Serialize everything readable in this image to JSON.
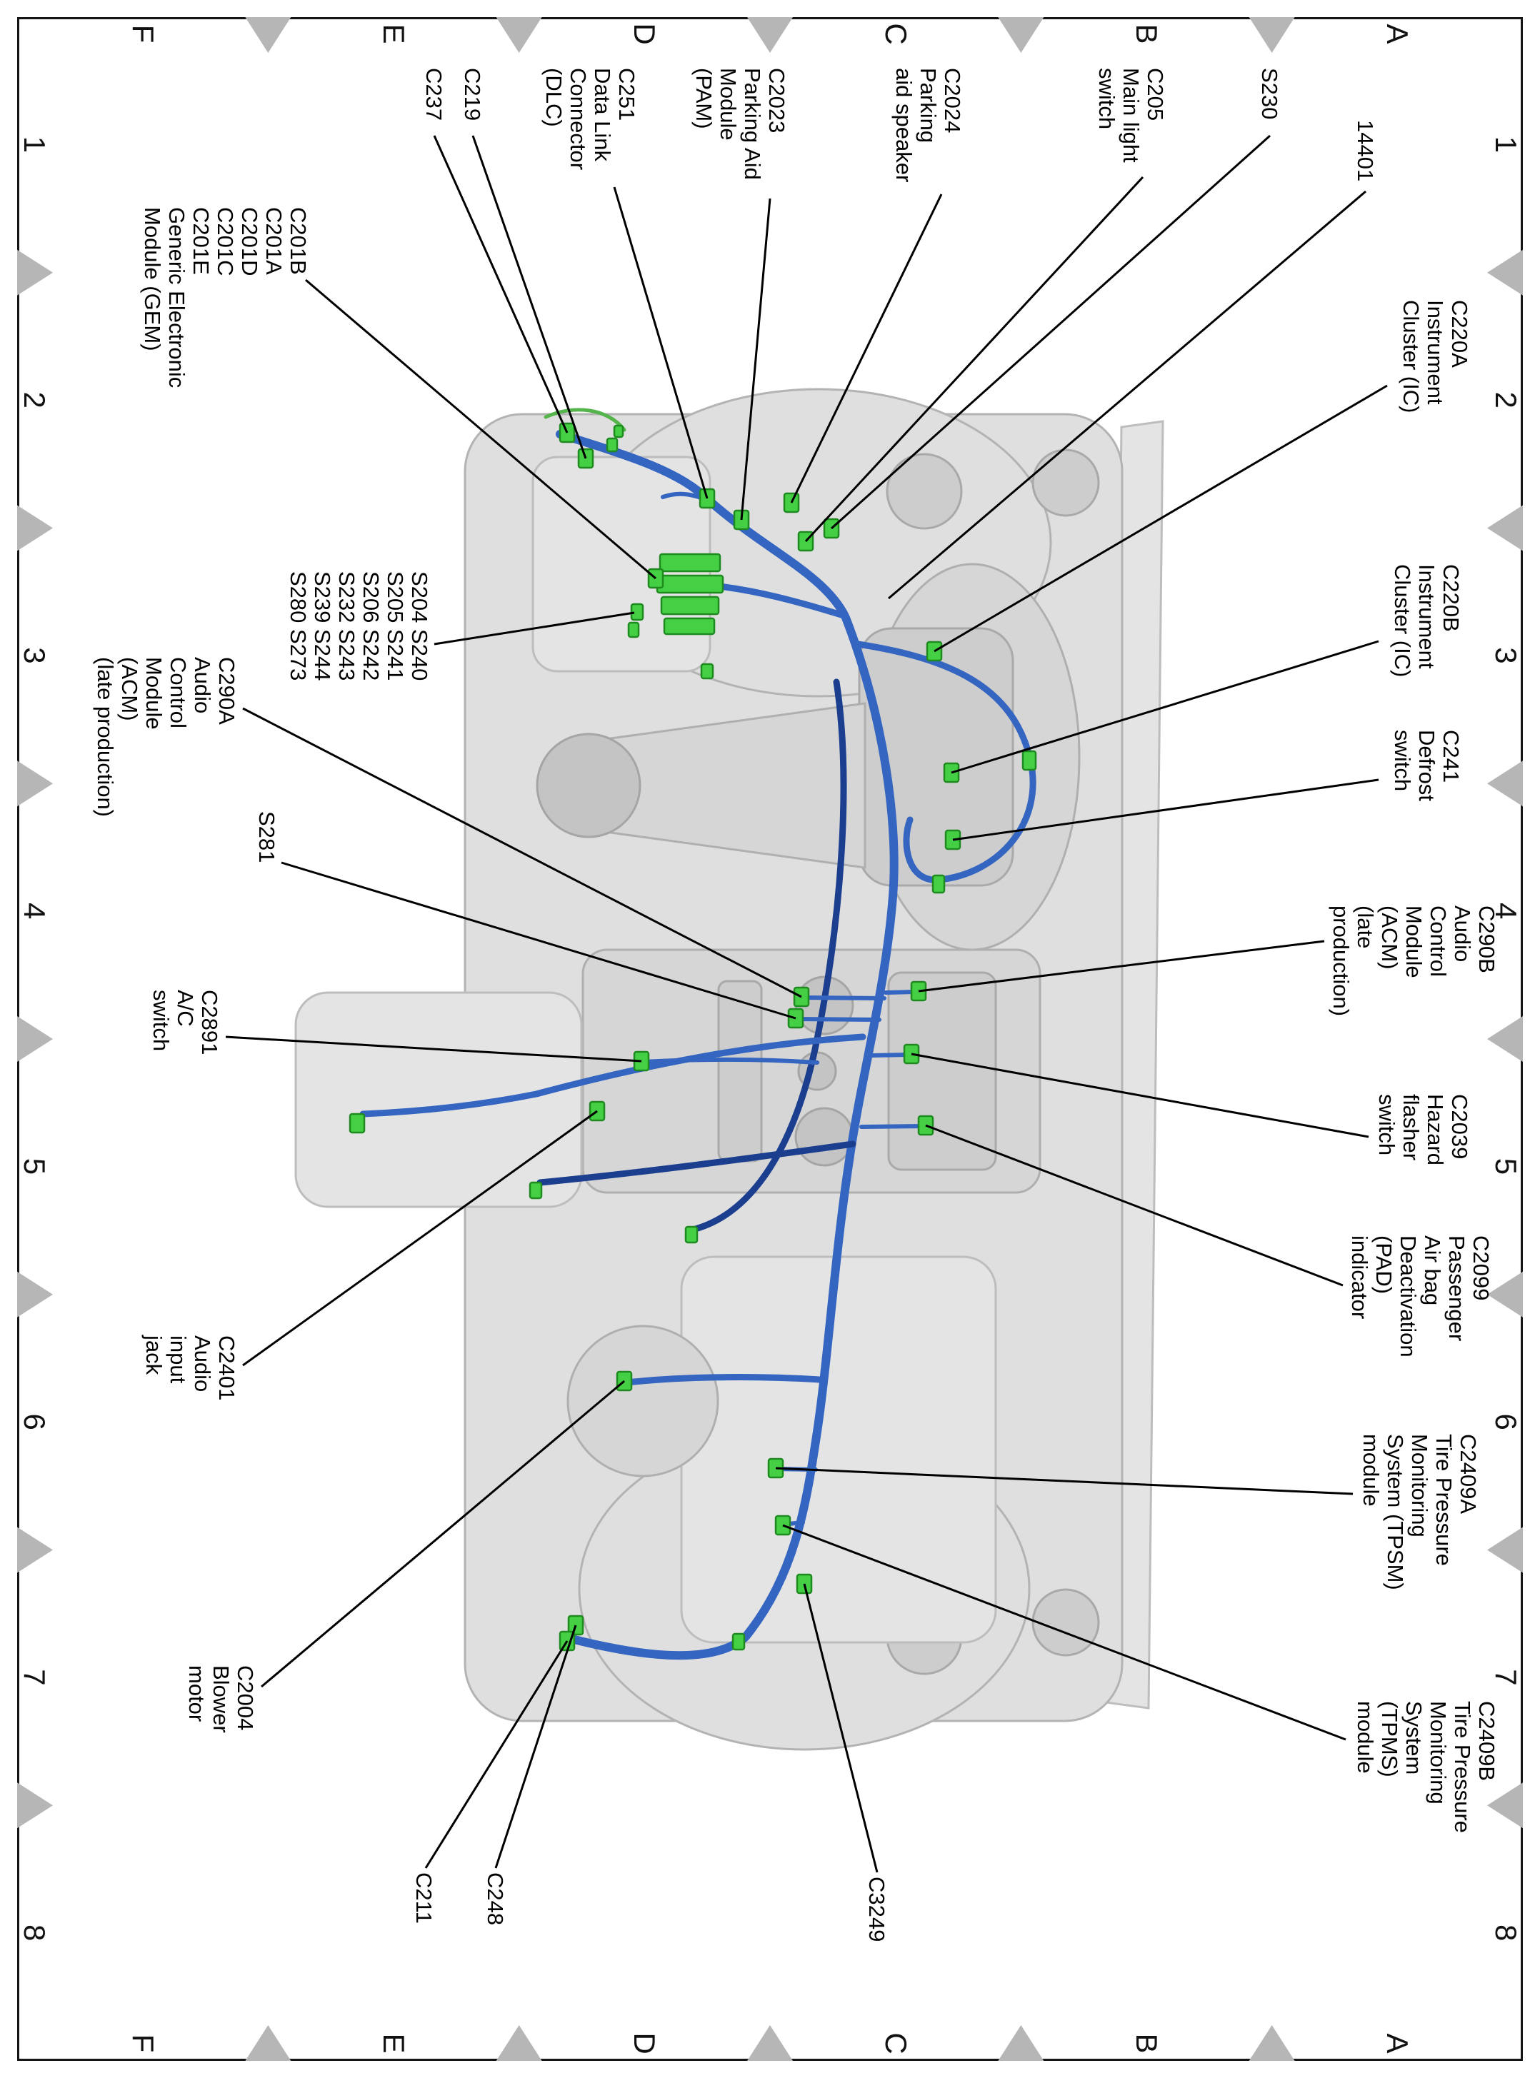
{
  "grid": {
    "letters": [
      "A",
      "B",
      "C",
      "D",
      "E",
      "F"
    ],
    "numbers": [
      "1",
      "2",
      "3",
      "4",
      "5",
      "6",
      "7",
      "8"
    ]
  },
  "colors": {
    "connector_green": "#44cf44",
    "connector_green_dark": "#1f8a1f",
    "harness_blue": "#3465c0",
    "harness_blue_dark": "#1b3e8e",
    "harness_green_wire": "#55b44b",
    "dash_gray": "#dfdfdf",
    "grid_triangle_gray": "#b6b6b6",
    "leader_black": "#000000"
  },
  "labels": [
    {
      "id": "c237",
      "lines": [
        "C237"
      ]
    },
    {
      "id": "c219",
      "lines": [
        "C219"
      ]
    },
    {
      "id": "c251",
      "lines": [
        "C251",
        "Data Link",
        "Connector",
        "(DLC)"
      ]
    },
    {
      "id": "c2023",
      "lines": [
        "C2023",
        "Parking Aid",
        "Module",
        "(PAM)"
      ]
    },
    {
      "id": "c2024",
      "lines": [
        "C2024",
        "Parking",
        "aid speaker"
      ]
    },
    {
      "id": "c205",
      "lines": [
        "C205",
        "Main light",
        "switch"
      ]
    },
    {
      "id": "s230",
      "lines": [
        "S230"
      ]
    },
    {
      "id": "n14401",
      "lines": [
        "14401"
      ]
    },
    {
      "id": "c220a",
      "lines": [
        "C220A",
        "Instrument",
        "Cluster (IC)"
      ]
    },
    {
      "id": "c220b",
      "lines": [
        "C220B",
        "Instrument",
        "Cluster (IC)"
      ]
    },
    {
      "id": "c241",
      "lines": [
        "C241",
        "Defrost",
        "switch"
      ]
    },
    {
      "id": "c290b",
      "lines": [
        "C290B",
        "Audio",
        "Control",
        "Module",
        "(ACM)",
        "(late",
        "production)"
      ]
    },
    {
      "id": "c2039",
      "lines": [
        "C2039",
        "Hazard",
        "flasher",
        "switch"
      ]
    },
    {
      "id": "c2099",
      "lines": [
        "C2099",
        "Passenger",
        "Air bag",
        "Deactivation",
        "(PAD)",
        "indicator"
      ]
    },
    {
      "id": "c2409a",
      "lines": [
        "C2409A",
        "Tire Pressure",
        "Monitoring",
        "System (TPSM)",
        "module"
      ]
    },
    {
      "id": "c2409b",
      "lines": [
        "C2409B",
        "Tire Pressure",
        "Monitoring",
        "System",
        "(TPMS)",
        "module"
      ]
    },
    {
      "id": "c3249",
      "lines": [
        "C3249"
      ]
    },
    {
      "id": "c248",
      "lines": [
        "C248"
      ]
    },
    {
      "id": "c211",
      "lines": [
        "C211"
      ]
    },
    {
      "id": "gem",
      "lines": [
        "C201B",
        "C201A",
        "C201D",
        "C201C",
        "C201E",
        "Generic Electronic",
        "Module (GEM)"
      ]
    },
    {
      "id": "splices",
      "lines": [
        "S204 S240",
        "S205 S241",
        "S206 S242",
        "S232 S243",
        "S239 S244",
        "S280 S273"
      ]
    },
    {
      "id": "c290a",
      "lines": [
        "C290A",
        "Audio",
        "Control",
        "Module",
        "(ACM)",
        "(late production)"
      ]
    },
    {
      "id": "s281",
      "lines": [
        "S281"
      ]
    },
    {
      "id": "c2891",
      "lines": [
        "C2891",
        "A/C",
        "switch"
      ]
    },
    {
      "id": "c2401",
      "lines": [
        "C2401",
        "Audio",
        "input",
        "jack"
      ]
    },
    {
      "id": "c2004",
      "lines": [
        "C2004",
        "Blower",
        "motor"
      ]
    }
  ]
}
